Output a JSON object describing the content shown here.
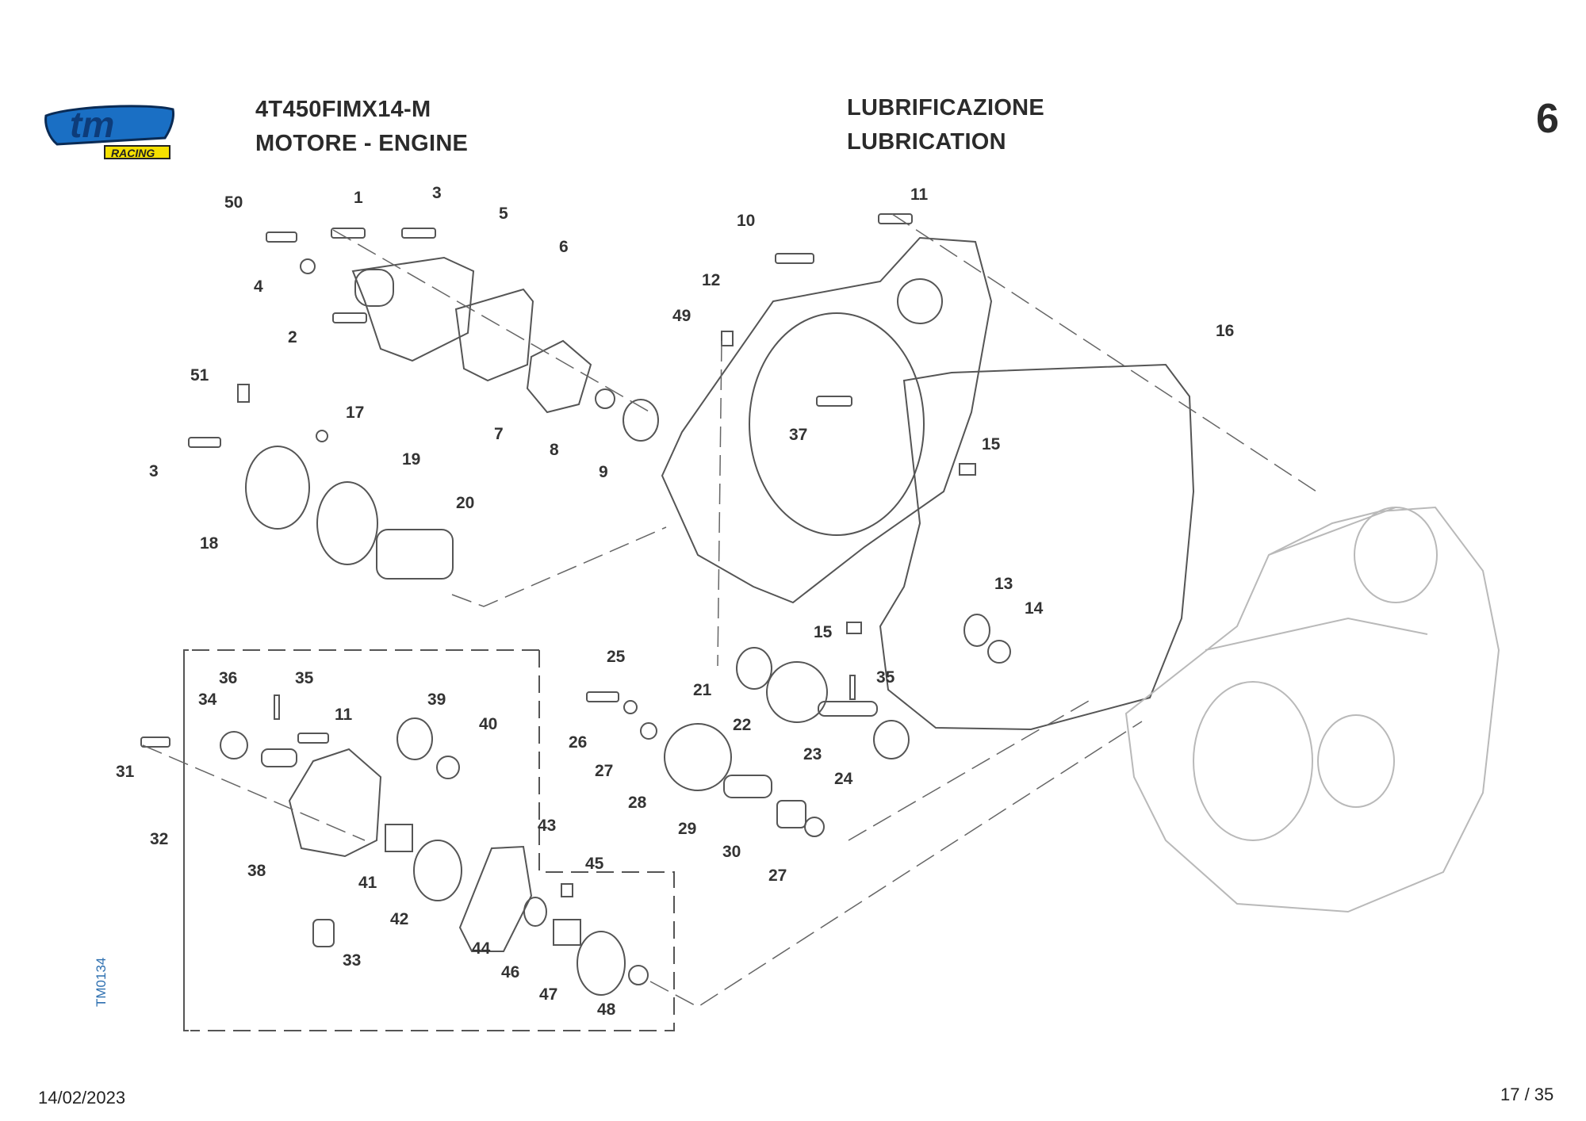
{
  "brand": {
    "logo_text": "tm",
    "logo_subtext": "RACING"
  },
  "header": {
    "model_code": "4T450FIMX14-M",
    "group_name": "MOTORE - ENGINE",
    "section_title_it": "LUBRIFICAZIONE",
    "section_title_en": "LUBRICATION",
    "section_number": "6"
  },
  "diagram": {
    "code": "TM0134",
    "callouts": [
      "50",
      "1",
      "3",
      "5",
      "6",
      "4",
      "2",
      "51",
      "17",
      "3",
      "7",
      "8",
      "9",
      "19",
      "18",
      "20",
      "10",
      "11",
      "12",
      "49",
      "37",
      "15",
      "16",
      "13",
      "14",
      "15",
      "21",
      "22",
      "23",
      "24",
      "35",
      "25",
      "26",
      "27",
      "28",
      "29",
      "30",
      "27",
      "36",
      "35",
      "34",
      "11",
      "39",
      "40",
      "31",
      "32",
      "38",
      "41",
      "42",
      "43",
      "45",
      "44",
      "46",
      "47",
      "48",
      "33"
    ]
  },
  "footer": {
    "date": "14/02/2023",
    "page": "17 / 35"
  },
  "colors": {
    "logo_blue": "#1a6fc4",
    "logo_yellow": "#f5e000",
    "line_art": "#555555"
  }
}
